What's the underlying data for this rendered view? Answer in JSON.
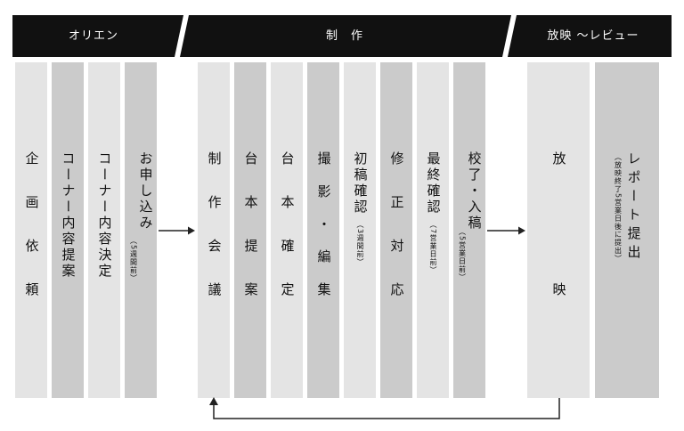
{
  "phases": [
    {
      "label": "オリエン"
    },
    {
      "label": "制　作"
    },
    {
      "label": "放映 ～レビュー"
    }
  ],
  "steps": {
    "kikaku": {
      "chars": [
        "企",
        "画",
        "依",
        "頼"
      ]
    },
    "corner_teian": {
      "text": "コーナー内容提案"
    },
    "corner_kettei": {
      "text": "コーナー内容決定"
    },
    "moushikomi": {
      "text": "お申し込み",
      "note": "（5週間前）"
    },
    "seisaku_kaigi": {
      "chars": [
        "制",
        "作",
        "会",
        "議"
      ]
    },
    "daihon_teian": {
      "chars": [
        "台",
        "本",
        "提",
        "案"
      ]
    },
    "daihon_kakutei": {
      "chars": [
        "台",
        "本",
        "確",
        "定"
      ]
    },
    "satsuei": {
      "chars": [
        "撮",
        "影",
        "・",
        "編",
        "集"
      ]
    },
    "shokou": {
      "text": "初稿確認",
      "note": "（3週間前）"
    },
    "shusei": {
      "chars": [
        "修",
        "正",
        "対",
        "応"
      ]
    },
    "saishu": {
      "text": "最終確認",
      "note": "（7営業日前）"
    },
    "kouryou": {
      "text": "校了・入稿",
      "note": "（5営業日前）"
    },
    "houei": {
      "chars": [
        "放",
        "映"
      ]
    },
    "report": {
      "text": "レポート提出",
      "note": "（放映終了5営業日後に提出）"
    }
  },
  "colors": {
    "banner": "#111111",
    "light": "#e4e4e4",
    "dark": "#cbcbcb",
    "arrow": "#222222"
  }
}
